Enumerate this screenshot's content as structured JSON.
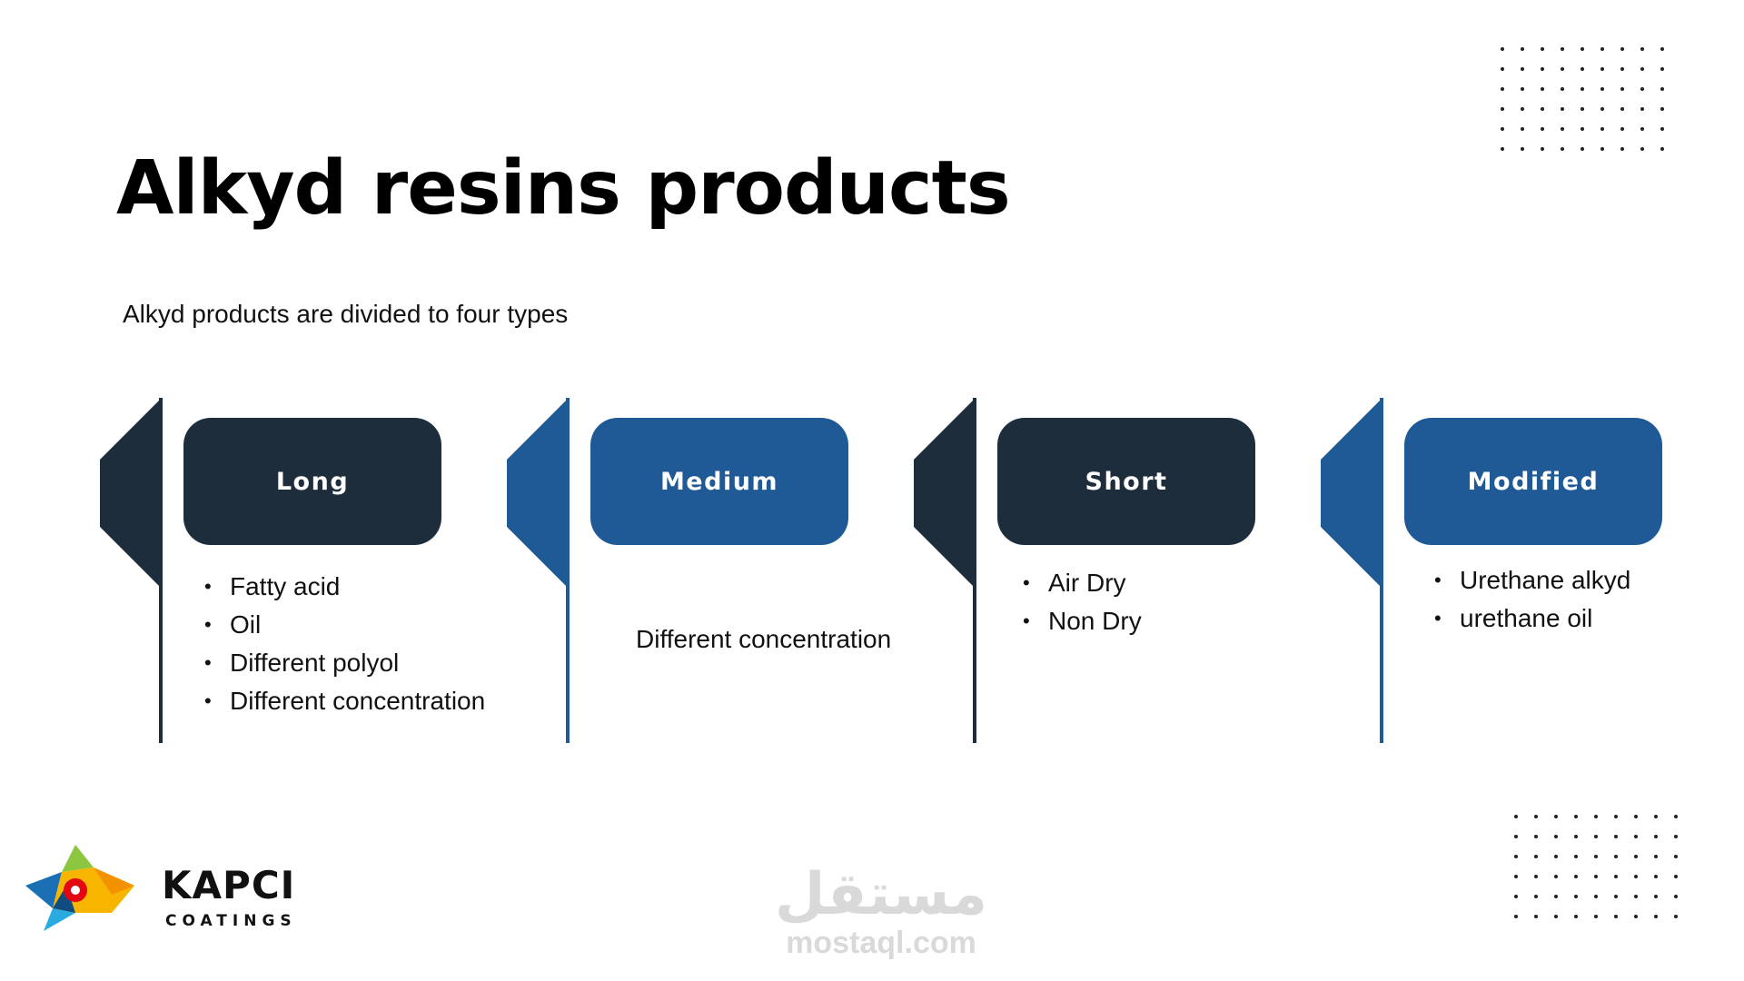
{
  "title": "Alkyd resins products",
  "subtitle": "Alkyd products are divided to four types",
  "colors": {
    "dark": "#1e2d3b",
    "blue": "#205a96"
  },
  "types": [
    {
      "label": "Long",
      "items": [
        "Fatty acid",
        "Oil",
        "Different polyol",
        "Different concentration"
      ]
    },
    {
      "label": "Medium",
      "text": "Different concentration"
    },
    {
      "label": "Short",
      "items": [
        "Air Dry",
        "Non Dry"
      ]
    },
    {
      "label": "Modified",
      "items": [
        "Urethane alkyd",
        "urethane oil"
      ]
    }
  ],
  "logo": {
    "name": "KAPCI",
    "sub": "COATINGS"
  },
  "watermark": {
    "arabic": "مستقل",
    "latin": "mostaql.com"
  }
}
